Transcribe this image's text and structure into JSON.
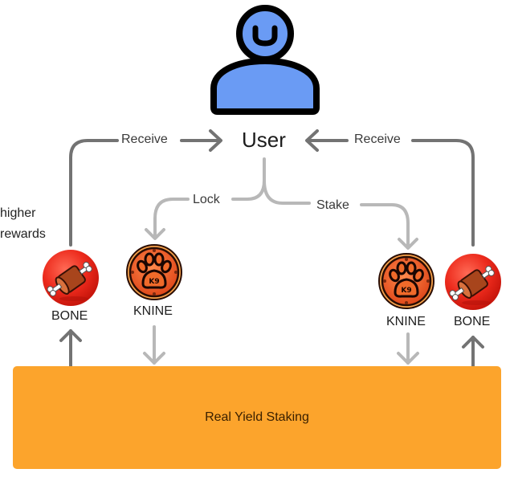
{
  "diagram": {
    "user": {
      "label": "User",
      "icon": "user-icon"
    },
    "edges": {
      "receive_left": "Receive",
      "receive_right": "Receive",
      "lock": "Lock",
      "stake": "Stake"
    },
    "side_note": {
      "line1": "higher",
      "line2": "rewards"
    },
    "tokens": {
      "bone_left": {
        "label": "BONE",
        "icon": "bone-meat-token-icon"
      },
      "knine_left": {
        "label": "KNINE",
        "icon": "k9-paw-token-icon"
      },
      "knine_right": {
        "label": "KNINE",
        "icon": "k9-paw-token-icon"
      },
      "bone_right": {
        "label": "BONE",
        "icon": "bone-meat-token-icon"
      }
    },
    "staking": {
      "label": "Real Yield Staking"
    },
    "colors": {
      "user_fill": "#6a9bf4",
      "dark_arrow": "#737373",
      "light_arrow": "#b8b8b8",
      "staking_fill": "#fca42c",
      "bone_red": "#e8231a",
      "knine_orange": "#e8531d"
    }
  }
}
